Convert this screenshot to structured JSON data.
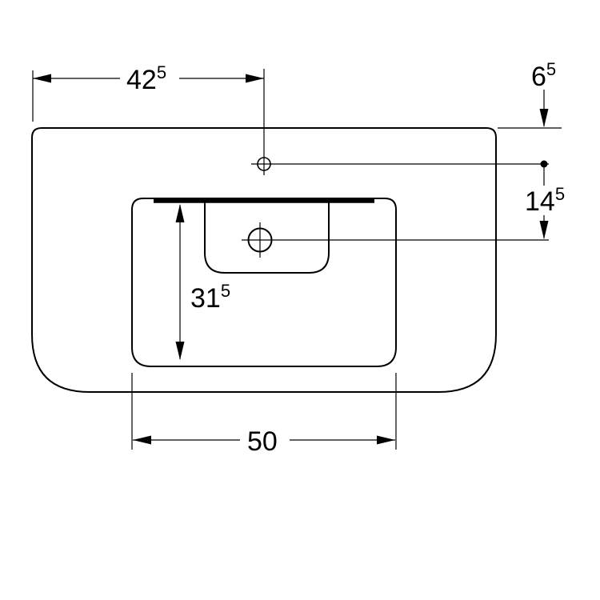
{
  "meta": {
    "background_color": "#ffffff",
    "line_color": "#000000",
    "drawing_type": "washbasin top view dimension drawing"
  },
  "drawing": {
    "dims": {
      "width_to_tap": {
        "main": "42",
        "sup": "5"
      },
      "edge_to_tap": {
        "main": "6",
        "sup": "5"
      },
      "tap_to_drain": {
        "main": "14",
        "sup": "5"
      },
      "basin_depth": {
        "main": "31",
        "sup": "5"
      },
      "basin_width": {
        "main": "50",
        "sup": ""
      }
    }
  }
}
